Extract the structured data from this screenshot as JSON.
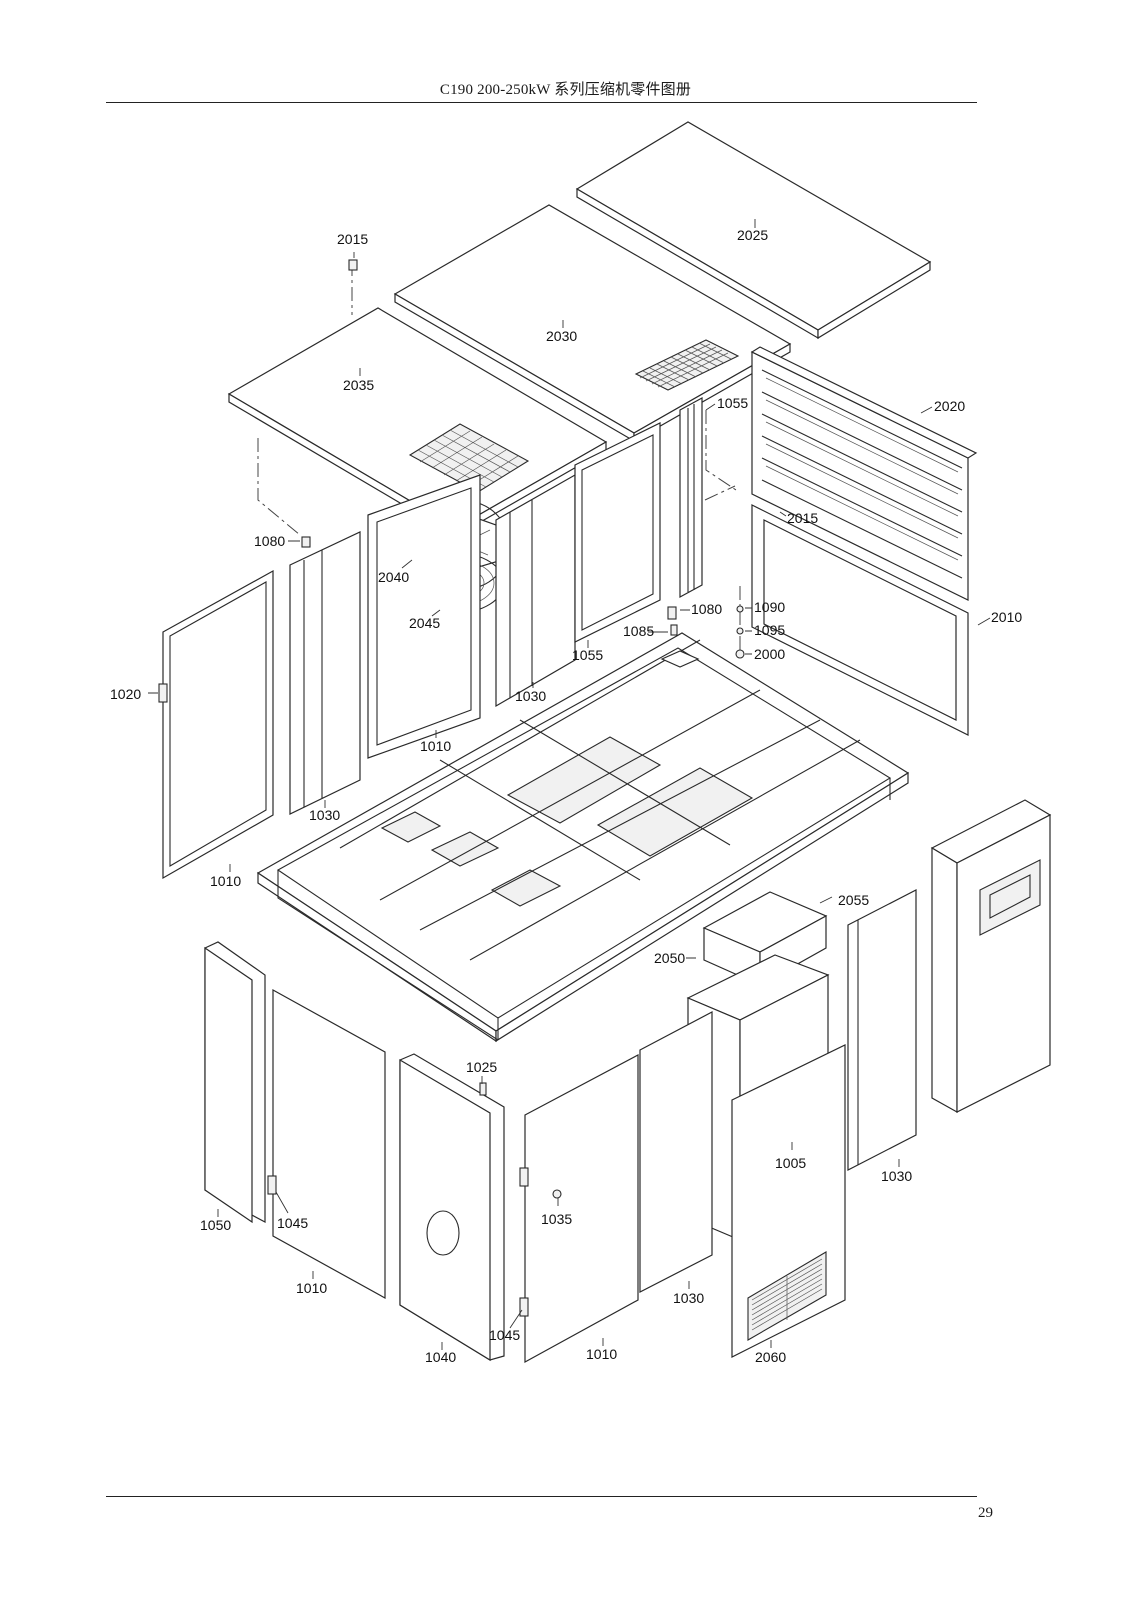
{
  "header": {
    "title": "C190 200-250kW 系列压缩机零件图册"
  },
  "footer": {
    "page_number": "29"
  },
  "callouts": [
    "2015",
    "2025",
    "2030",
    "2035",
    "2020",
    "1055",
    "1080",
    "2040",
    "2015",
    "2045",
    "1080",
    "1090",
    "1085",
    "1095",
    "2010",
    "2000",
    "1055",
    "1020",
    "1030",
    "1010",
    "1030",
    "1010",
    "2055",
    "2050",
    "1025",
    "1005",
    "1030",
    "1035",
    "1050",
    "1045",
    "1010",
    "1030",
    "1045",
    "1040",
    "1010",
    "2060"
  ]
}
